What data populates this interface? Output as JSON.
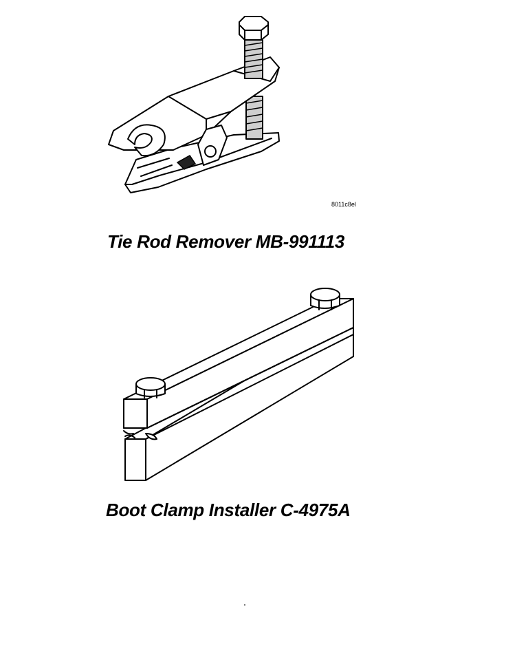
{
  "figures": [
    {
      "caption": "Tie Rod Remover MB-991113",
      "ref_code": "8011c8el",
      "icon": "tie-rod-remover-drawing"
    },
    {
      "caption": "Boot Clamp Installer C-4975A",
      "icon": "boot-clamp-installer-drawing"
    }
  ]
}
